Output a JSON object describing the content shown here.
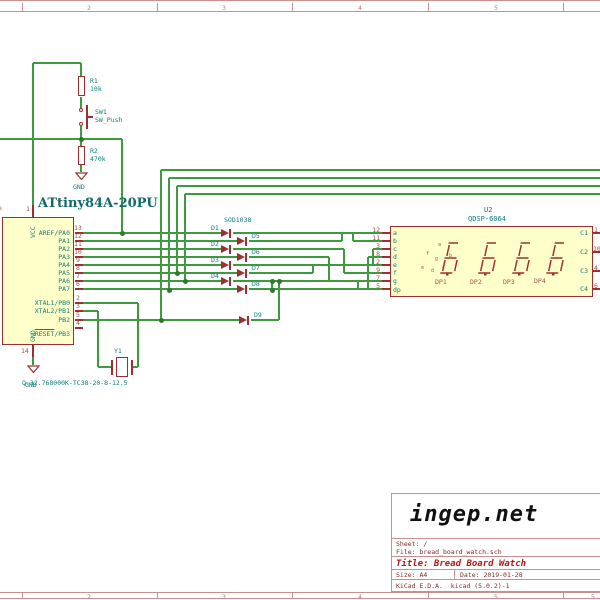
{
  "page": {
    "zone_numbers_top": [
      "2",
      "3",
      "4",
      "5"
    ],
    "zone_numbers_bottom": [
      "2",
      "3",
      "4",
      "5",
      "5"
    ]
  },
  "title_block": {
    "logo": "ingep.net",
    "sheet": "Sheet: /",
    "file": "File: bread_board_watch.sch",
    "title": "Title: Bread Board Watch",
    "size": "Size: A4",
    "date": "Date: 2019-01-28",
    "tool": "KiCad E.D.A.  kicad (5.0.2)-1"
  },
  "u1": {
    "value": "ATtiny84A-20PU",
    "ref_fragment": "a",
    "vcc": {
      "num": "1",
      "name": "VCC"
    },
    "gnd": {
      "num": "14",
      "name": "GND"
    },
    "right_pins": [
      {
        "num": "13",
        "name": "AREF/PA0"
      },
      {
        "num": "12",
        "name": "PA1"
      },
      {
        "num": "11",
        "name": "PA2"
      },
      {
        "num": "10",
        "name": "PA3"
      },
      {
        "num": "9",
        "name": "PA4"
      },
      {
        "num": "8",
        "name": "PA5"
      },
      {
        "num": "7",
        "name": "PA6"
      },
      {
        "num": "6",
        "name": "PA7"
      }
    ],
    "pb_pins": [
      {
        "num": "2",
        "name": "XTAL1/PB0"
      },
      {
        "num": "3",
        "name": "XTAL2/PB1"
      },
      {
        "num": "5",
        "name": "PB2"
      },
      {
        "num": "4",
        "name_pre": "RESET",
        "name_post": "/PB3"
      }
    ]
  },
  "r1": {
    "ref": "R1",
    "value": "10k"
  },
  "r2": {
    "ref": "R2",
    "value": "470k"
  },
  "sw1": {
    "ref": "SW1",
    "value": "SW_Push"
  },
  "y1": {
    "ref": "Y1",
    "value": "Q-32.768000K-TC38-20-8-12.5"
  },
  "diodes": {
    "value": "SOD1038",
    "refs": [
      "D1",
      "D2",
      "D3",
      "D4",
      "D5",
      "D6",
      "D7",
      "D8",
      "D9"
    ]
  },
  "u2": {
    "ref": "U2",
    "value": "QDSP-6064",
    "left_pins": [
      {
        "num": "12",
        "name": "a"
      },
      {
        "num": "11",
        "name": "b"
      },
      {
        "num": "3",
        "name": "c"
      },
      {
        "num": "8",
        "name": "d"
      },
      {
        "num": "2",
        "name": "e"
      },
      {
        "num": "9",
        "name": "f"
      },
      {
        "num": "7",
        "name": "g"
      },
      {
        "num": "5",
        "name": "dp"
      }
    ],
    "right_pins": [
      {
        "num": "1",
        "name": "C1"
      },
      {
        "num": "10",
        "name": "C2"
      },
      {
        "num": "4",
        "name": "C3"
      },
      {
        "num": "6",
        "name": "C4"
      }
    ],
    "dp_labels": [
      "DP1",
      "DP2",
      "DP3",
      "DP4"
    ],
    "seg_letters": [
      "a",
      "b",
      "c",
      "d",
      "e",
      "f",
      "g"
    ]
  },
  "power": {
    "gnd1": "GND",
    "gnd2": "GND"
  },
  "colors": {
    "wire": "#3f9a3f",
    "component": "#9c3030",
    "label_teal": "#0d7d7d",
    "pin_number": "#a34e4e",
    "body_fill": "#ffffc9",
    "border": "#c9908f",
    "title_red": "#b01818",
    "title_maroon": "#7e2a2a"
  }
}
